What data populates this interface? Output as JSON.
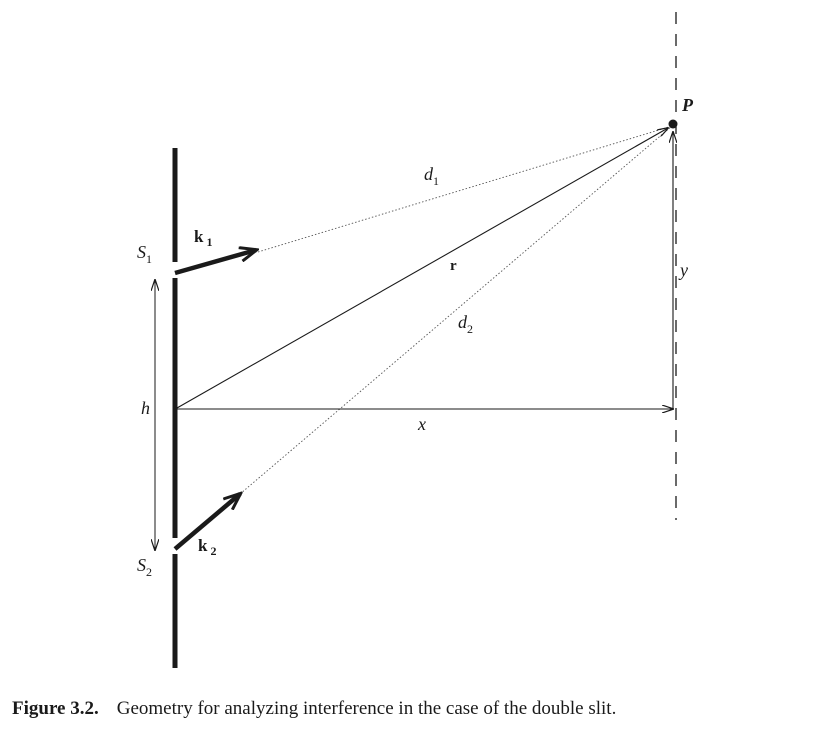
{
  "labels": {
    "s1": "S",
    "s1_sub": "1",
    "s2": "S",
    "s2_sub": "2",
    "k1": "k",
    "k1_sub": "1",
    "k2": "k",
    "k2_sub": "2",
    "d1": "d",
    "d1_sub": "1",
    "d2": "d",
    "d2_sub": "2",
    "r": "r",
    "p": "P",
    "x": "x",
    "y": "y",
    "h": "h"
  },
  "caption": {
    "number": "Figure 3.2.",
    "text": "Geometry for analyzing interference in the case of the double slit."
  },
  "colors": {
    "ink": "#1a1a1a",
    "ray": "#555555"
  }
}
